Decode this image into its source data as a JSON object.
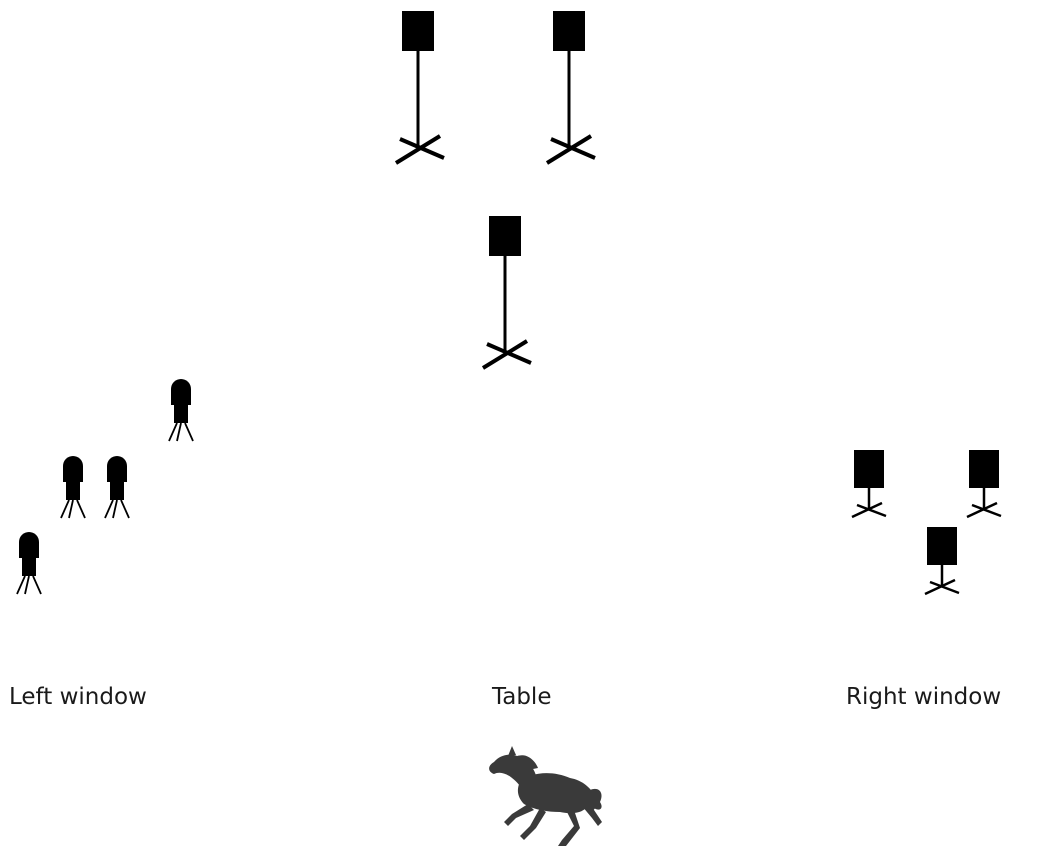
{
  "labels": {
    "left_window": "Left window",
    "table": "Table",
    "right_window": "Right window"
  },
  "icons": {
    "large_speaker": "speaker-on-stand-icon",
    "small_speaker": "small-speaker-icon",
    "microphone": "microphone-on-tripod-icon",
    "horse": "galloping-horse-icon"
  },
  "colors": {
    "foreground": "#000000",
    "horse": "#3a3a3a",
    "text": "#1a1a1a",
    "background": "#ffffff"
  }
}
